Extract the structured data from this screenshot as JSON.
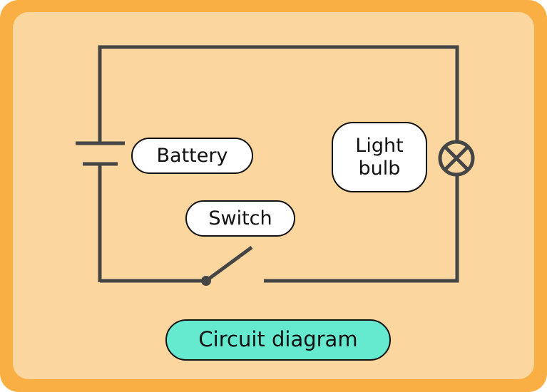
{
  "diagram": {
    "title": "Circuit diagram",
    "labels": {
      "battery": "Battery",
      "switch": "Switch",
      "bulb_line1": "Light",
      "bulb_line2": "bulb"
    },
    "components": [
      {
        "type": "battery",
        "label": "Battery"
      },
      {
        "type": "switch",
        "state": "open",
        "label": "Switch"
      },
      {
        "type": "lamp",
        "label": "Light bulb"
      }
    ],
    "colors": {
      "frame": "#F9AF44",
      "panel": "#FCD69F",
      "wire": "#454545",
      "label_fill": "#FFFFFF",
      "title_fill": "#66EACF",
      "outline": "#111111"
    }
  }
}
